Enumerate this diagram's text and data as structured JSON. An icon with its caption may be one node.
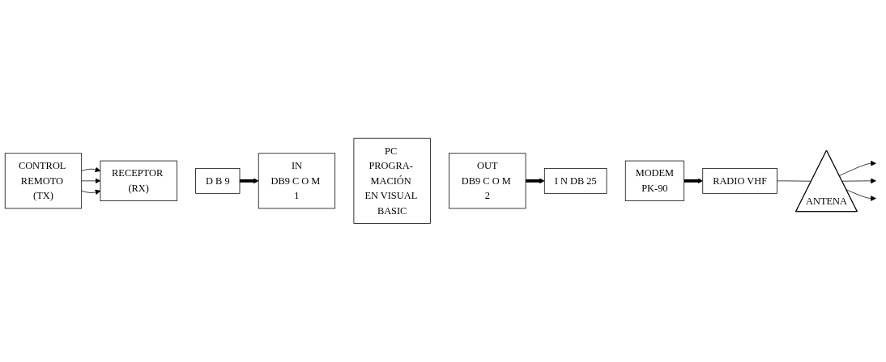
{
  "diagram": {
    "nodes": [
      {
        "text": [
          "CONTROL REMOTO (TX)"
        ]
      },
      {
        "text": [
          "RECEPTOR (RX)"
        ]
      },
      {
        "text": [
          "D B 9"
        ]
      },
      {
        "text": [
          "IN",
          "DB9 C O M 1"
        ]
      },
      {
        "text": [
          "PC PROGRA- MACIÓN EN VISUAL BASIC"
        ]
      },
      {
        "text": [
          "OUT",
          "DB9 C O M 2"
        ]
      },
      {
        "text": [
          "I N DB 25"
        ]
      },
      {
        "text": [
          "MODEM",
          "PK-90"
        ]
      },
      {
        "text": [
          "RADIO VHF"
        ]
      },
      {
        "text": [
          "ANTENA"
        ]
      }
    ],
    "edges": [
      {
        "from": 0,
        "to": 1,
        "arrow": "to"
      },
      {
        "from": 0,
        "to": 1,
        "arrow": "to"
      },
      {
        "from": 0,
        "to": 1,
        "arrow": "to"
      },
      {
        "from": 2,
        "to": 3,
        "arrow": "to",
        "style": "thick"
      },
      {
        "from": 5,
        "to": 6,
        "arrow": "to",
        "style": "thick"
      },
      {
        "from": 7,
        "to": 8,
        "arrow": "to",
        "style": "thick"
      },
      {
        "from": 8,
        "to": 9,
        "arrow": "none"
      },
      {
        "from": 9,
        "to": null,
        "arrow": "to"
      },
      {
        "from": 9,
        "to": null,
        "arrow": "to"
      },
      {
        "from": 9,
        "to": null,
        "arrow": "to"
      }
    ]
  }
}
